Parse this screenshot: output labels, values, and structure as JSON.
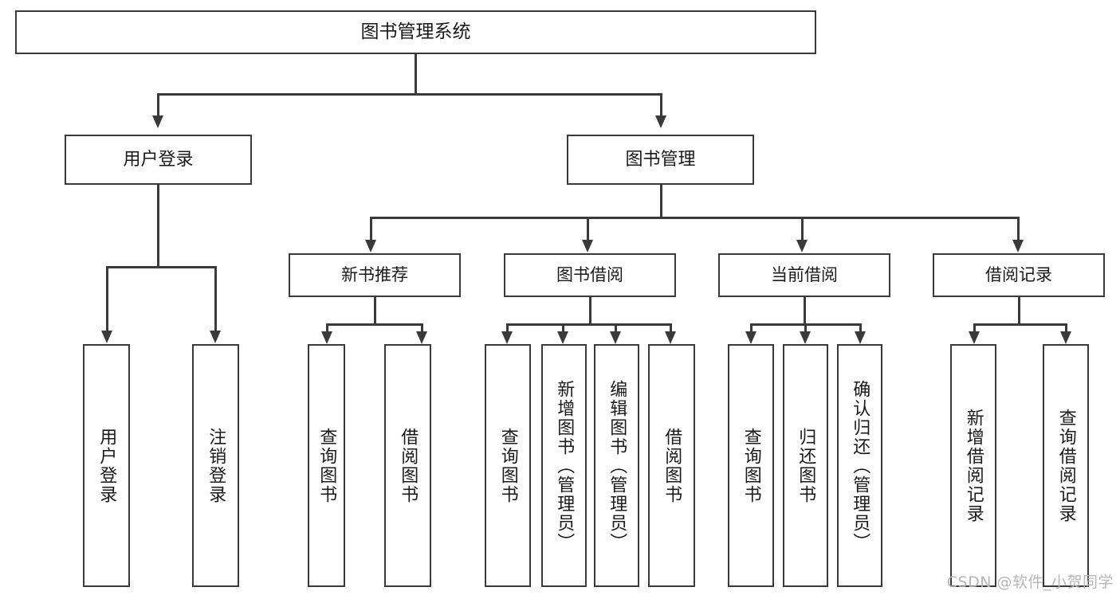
{
  "diagram": {
    "type": "tree-hierarchy-chart",
    "title": "图书管理系统",
    "root": {
      "label": "图书管理系统"
    },
    "level2": [
      {
        "label": "用户登录"
      },
      {
        "label": "图书管理"
      }
    ],
    "level3": [
      {
        "label": "新书推荐"
      },
      {
        "label": "图书借阅"
      },
      {
        "label": "当前借阅"
      },
      {
        "label": "借阅记录"
      }
    ],
    "leaves": {
      "user_login": [
        {
          "label": "用户登录"
        },
        {
          "label": "注销登录"
        }
      ],
      "new_book_recommend": [
        {
          "label": "查询图书"
        },
        {
          "label": "借阅图书"
        }
      ],
      "book_borrow": [
        {
          "label": "查询图书"
        },
        {
          "label": "新增图书（管理员）"
        },
        {
          "label": "编辑图书（管理员）"
        },
        {
          "label": "借阅图书"
        }
      ],
      "current_borrow": [
        {
          "label": "查询图书"
        },
        {
          "label": "归还图书"
        },
        {
          "label": "确认归还（管理员）"
        }
      ],
      "borrow_record": [
        {
          "label": "新增借阅记录"
        },
        {
          "label": "查询借阅记录"
        }
      ]
    },
    "watermark": "CSDN @软件_小贺同学",
    "colors": {
      "stroke": "#3a3a3a",
      "fill": "#ffffff",
      "text": "#1a1a1a",
      "watermark": "#b6b6b6"
    }
  }
}
